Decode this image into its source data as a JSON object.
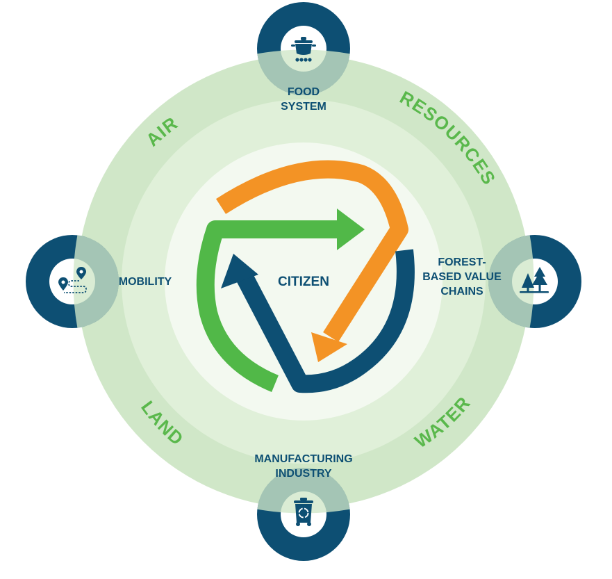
{
  "center": {
    "label": "CITIZEN"
  },
  "ring_labels": {
    "air": "AIR",
    "resources": "RESOURCES",
    "water": "WATER",
    "land": "LAND"
  },
  "nodes": {
    "food": {
      "line1": "FOOD",
      "line2": "SYSTEM",
      "icon": "cooking-pot-icon"
    },
    "forest": {
      "line1": "FOREST-",
      "line2": "BASED VALUE",
      "line3": "CHAINS",
      "icon": "trees-icon"
    },
    "manufacturing": {
      "line1": "MANUFACTURING",
      "line2": "INDUSTRY",
      "icon": "recycling-bin-icon"
    },
    "mobility": {
      "line1": "MOBILITY",
      "icon": "route-map-pin-icon"
    }
  },
  "colors": {
    "outer_ring": "#d0e7c8",
    "middle_ring": "#e0f0d9",
    "inner_disc": "#f3f9f0",
    "navy": "#0d4f73",
    "ring_text_green": "#5ab84c",
    "arrow_orange": "#f39325",
    "arrow_green": "#51b848",
    "arrow_navy": "#0d4f73"
  }
}
